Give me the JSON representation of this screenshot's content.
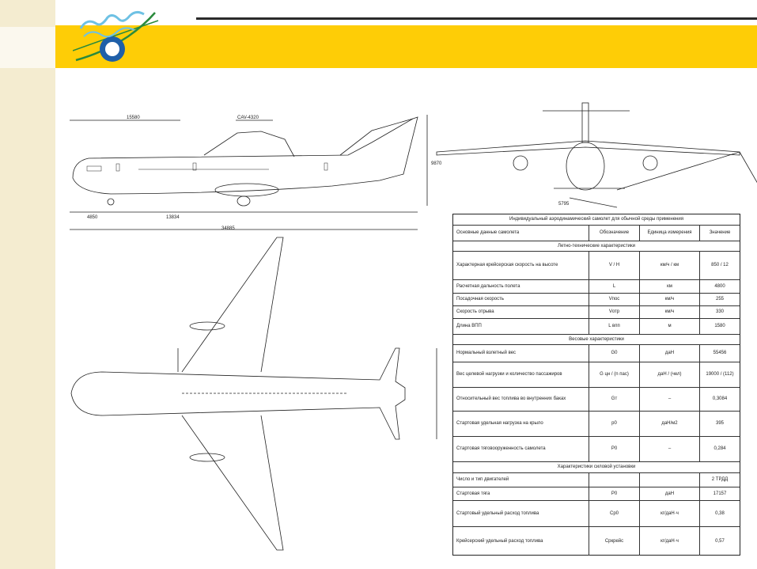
{
  "dimensions": {
    "total_length": "15580",
    "nose_section": "4850",
    "mid_section": "13834",
    "overall": "34885",
    "span_label": "5795",
    "height_label": "9870",
    "cargo_label": "CAV-4320"
  },
  "table": {
    "title": "Индивидуальный аэродинамический самолет для обычной среды применения",
    "header": [
      "Основные данные самолета",
      "Обозначение",
      "Единица измерения",
      "Значение"
    ],
    "sections": [
      {
        "title": "Летно-технические характеристики",
        "rows": [
          {
            "name": "Характерная крейсерская скорость на высоте",
            "symbol": "V / H",
            "unit": "км/ч / км",
            "value": "850 / 12"
          },
          {
            "name": "Расчетная дальность полета",
            "symbol": "L",
            "unit": "км",
            "value": "4800"
          },
          {
            "name": "Посадочная скорость",
            "symbol": "Vпос",
            "unit": "км/ч",
            "value": "255"
          },
          {
            "name": "Скорость отрыва",
            "symbol": "Vотр",
            "unit": "км/ч",
            "value": "330"
          },
          {
            "name": "Длина ВПП",
            "symbol": "L впп",
            "unit": "м",
            "value": "1580"
          }
        ]
      },
      {
        "title": "Весовые характеристики",
        "rows": [
          {
            "name": "Нормальный взлетный вес",
            "symbol": "G0",
            "unit": "даН",
            "value": "55456"
          },
          {
            "name": "Вес целевой нагрузки и количество пассажиров",
            "symbol": "G цн / (n пас)",
            "unit": "даН / (чел)",
            "value": "19000 / (112)"
          },
          {
            "name": "Относительный вес топлива во внутренних баках",
            "symbol": "Gт",
            "unit": "–",
            "value": "0,3084"
          },
          {
            "name": "Стартовая удельная нагрузка на крыло",
            "symbol": "p0",
            "unit": "даН/м2",
            "value": "395"
          },
          {
            "name": "Стартовая тяговооруженность самолета",
            "symbol": "P0",
            "unit": "–",
            "value": "0,284"
          }
        ]
      },
      {
        "title": "Характеристики силовой установки",
        "rows": [
          {
            "name": "Число и тип двигателей",
            "symbol": "",
            "unit": "",
            "value": "2 ТРДД"
          },
          {
            "name": "Стартовая тяга",
            "symbol": "P0",
            "unit": "даН",
            "value": "17157"
          },
          {
            "name": "Стартовый удельный расход топлива",
            "symbol": "Cp0",
            "unit": "кг/даН·ч",
            "value": "0,38"
          },
          {
            "name": "Крейсерский удельный расход топлива",
            "symbol": "Cркрейс",
            "unit": "кг/даН·ч",
            "value": "0,57"
          }
        ]
      }
    ]
  }
}
